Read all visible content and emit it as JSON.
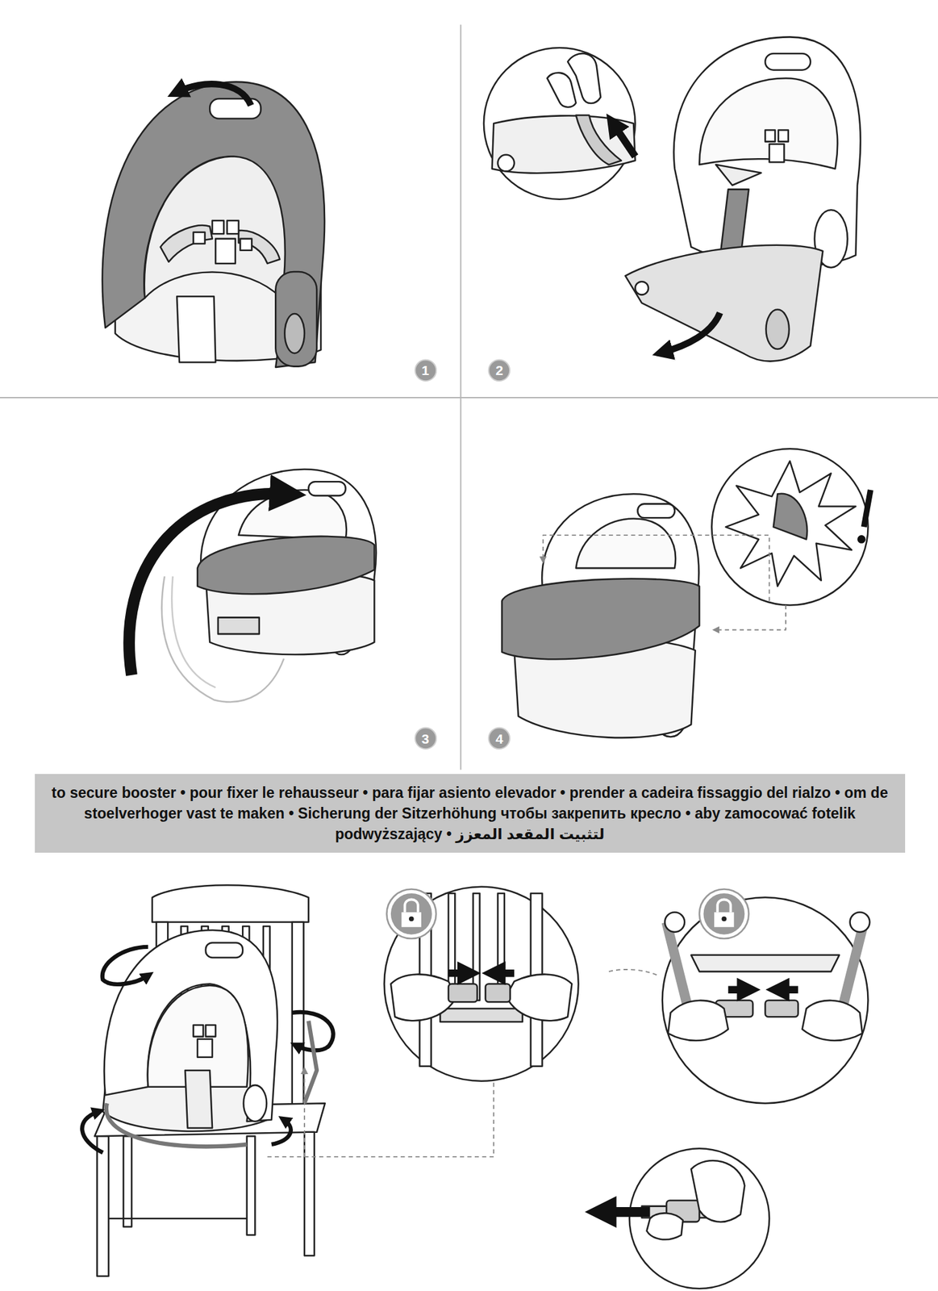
{
  "diagram": {
    "nodes": [
      {
        "text": [
          "1"
        ]
      },
      {
        "text": [
          "2"
        ]
      },
      {
        "text": [
          "3"
        ]
      },
      {
        "text": [
          "4"
        ]
      },
      {
        "text": [
          "to secure booster • pour fixer le rehausseur • para fijar asiento elevador • prender a cadeira fissaggio del rialzo • om de stoelverhoger vast te maken • Sicherung der Sitzerhöhung чтобы закрепить кресло • aby zamocować fotelik podwyższający • لتثبيت المقعد المعزز"
        ]
      }
    ],
    "edges": []
  }
}
